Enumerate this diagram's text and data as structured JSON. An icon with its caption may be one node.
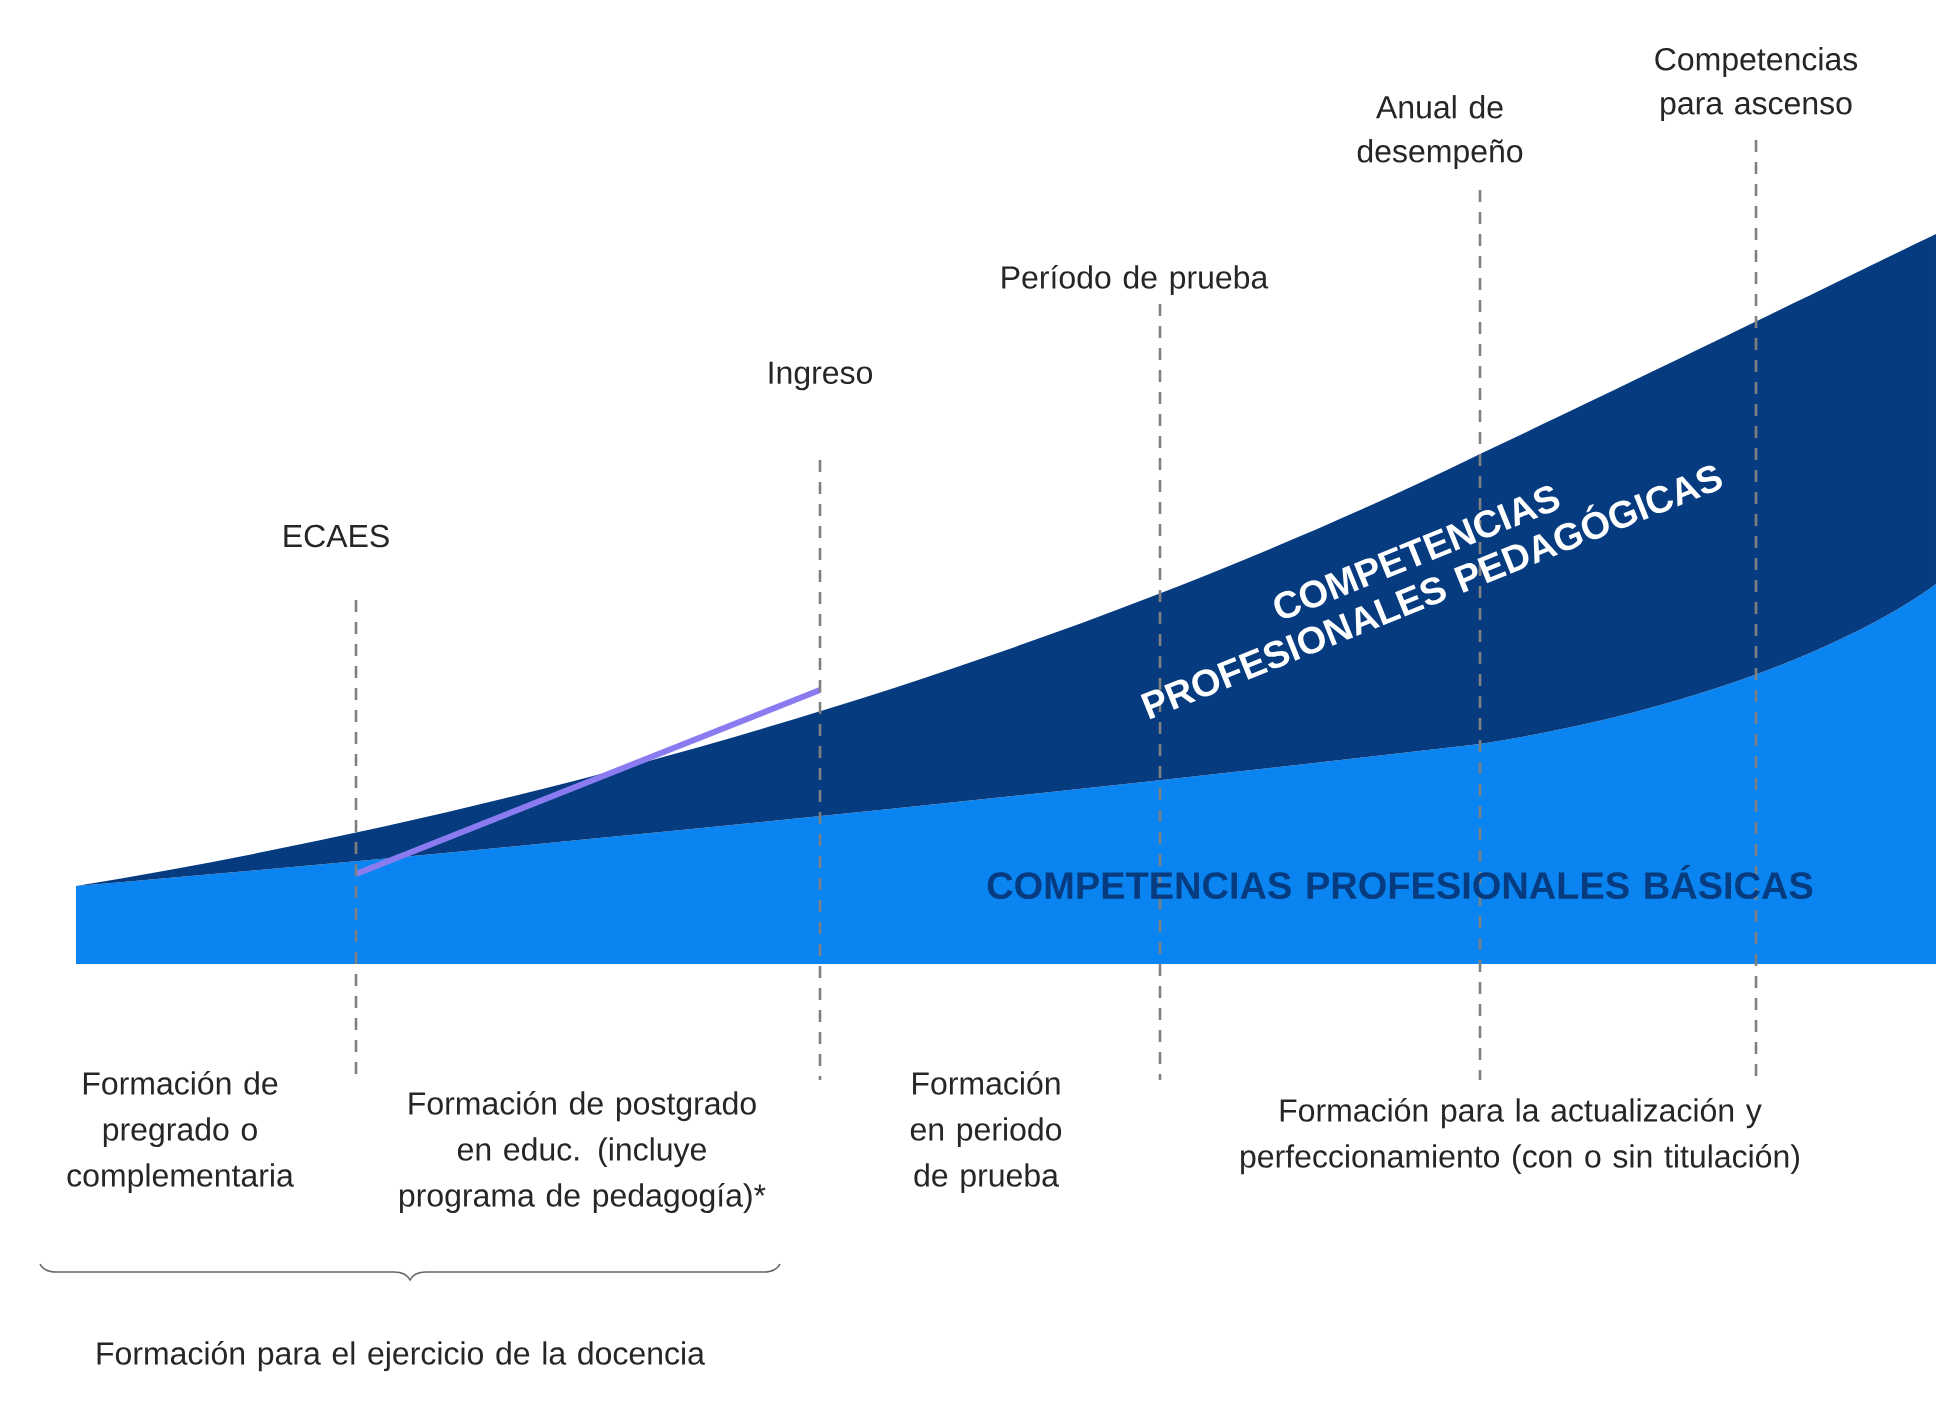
{
  "diagram": {
    "nodes": [
      {
        "text": [
          "COMPETENCIAS PROFESIONALES BÁSICAS"
        ]
      },
      {
        "text": [
          "COMPETENCIAS PROFESIONALES PEDAGÓGICAS"
        ]
      }
    ],
    "labels": [
      "Competencias para ascenso",
      "Anual de desempeño",
      "Período de prueba",
      "Ingreso",
      "ECAES",
      "Formación de pregrado o complementaria",
      "Formación de postgrado en educ. (incluye programa de pedagogía)*",
      "Formación en periodo de prueba",
      "Formación para la actualización y perfeccionamiento (con o sin titulación)",
      "Formación para el ejercicio de la docencia"
    ]
  }
}
